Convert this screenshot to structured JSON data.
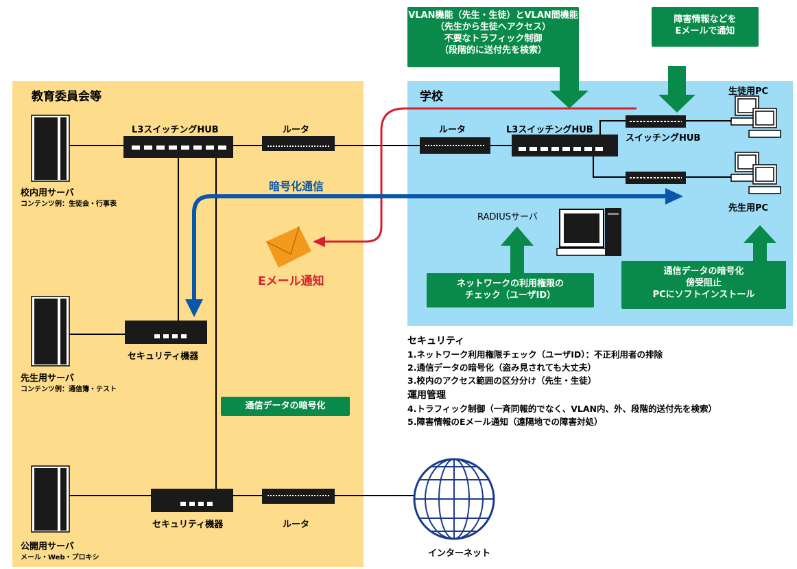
{
  "zones": {
    "board": "教育委員会等",
    "school": "学校"
  },
  "servers": {
    "internal": {
      "name": "校内用サーバ",
      "sub": "コンテンツ例：生徒会・行事表"
    },
    "teacher": {
      "name": "先生用サーバ",
      "sub": "コンテンツ例：通信簿・テスト"
    },
    "public": {
      "name": "公開用サーバ",
      "sub": "メール・Web・プロキシ"
    }
  },
  "devices": {
    "board_l3": "L3スイッチングHUB",
    "board_router": "ルータ",
    "security1": "セキュリティ機器",
    "security2": "セキュリティ機器",
    "public_router": "ルータ",
    "school_router": "ルータ",
    "school_l3": "L3スイッチングHUB",
    "switching_hub": "スイッチングHUB",
    "student_pc": "生徒用PC",
    "teacher_pc": "先生用PC",
    "radius": "RADIUSサーバ",
    "internet": "インターネット"
  },
  "flows": {
    "encrypted": "暗号化通信",
    "email": "Eメール通知"
  },
  "callouts": {
    "vlan": [
      "VLAN機能（先生・生徒）とVLAN間機能",
      "（先生から生徒へアクセス）",
      "不要なトラフィック制御",
      "（段階的に送付先を検索）"
    ],
    "mail": [
      "障害情報などを",
      "Eメールで通知"
    ],
    "radius": [
      "ネットワークの利用権限の",
      "チェック（ユーザID）"
    ],
    "pc": [
      "通信データの暗号化",
      "傍受阻止",
      "PCにソフトインストール"
    ],
    "board_enc": "通信データの暗号化"
  },
  "notes": {
    "security_title": "セキュリティ",
    "security_items": [
      "1.ネットワーク利用権限チェック（ユーザID）：不正利用者の排除",
      "2.通信データの暗号化（盗み見されても大丈夫）",
      "3.校内のアクセス範囲の区分分け（先生・生徒）"
    ],
    "ops_title": "運用管理",
    "ops_items": [
      "4.トラフィック制御（一斉同報的でなく、VLAN内、外、段階的送付先を検索）",
      "5.障害情報のEメール通知（遠隔地での障害対処）"
    ]
  },
  "colors": {
    "board_bg": "#fddc8c",
    "school_bg": "#9fdcf6",
    "callout": "#0a8a4a",
    "encrypted_flow": "#0a56a8",
    "email_flow": "#d42030",
    "envelope": "#f39a1e"
  }
}
